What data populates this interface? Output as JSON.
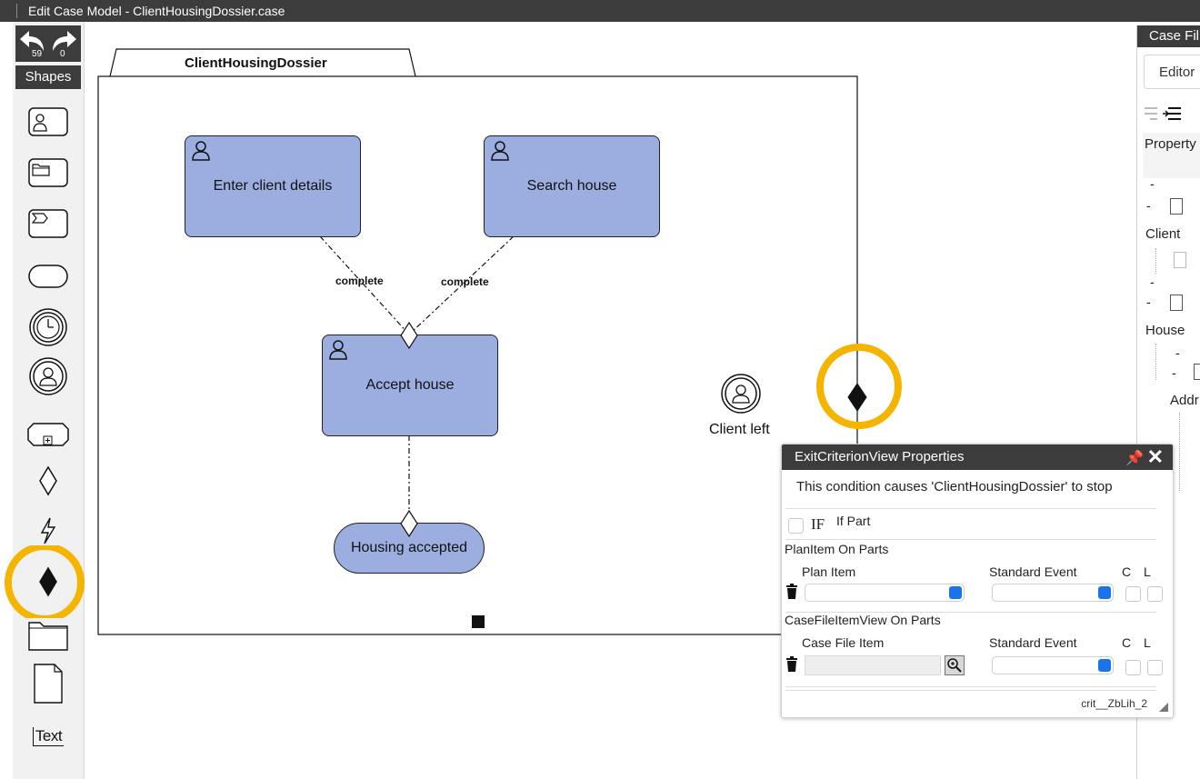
{
  "window": {
    "title": "Edit Case Model - ClientHousingDossier.case"
  },
  "toolbar": {
    "undo_count": "59",
    "redo_count": "0",
    "shapes_header": "Shapes",
    "shapes": [
      "human-task-icon",
      "case-task-icon",
      "process-task-icon",
      "milestone-shape-icon",
      "timer-event-icon",
      "user-event-icon",
      "stage-shape-icon",
      "entry-criterion-icon",
      "lightning-icon",
      "exit-criterion-icon",
      "folder-icon",
      "document-icon"
    ],
    "text_tool_label": "Text"
  },
  "canvas": {
    "stage": {
      "name": "ClientHousingDossier"
    },
    "tasks": [
      {
        "label": "Enter client details"
      },
      {
        "label": "Search house"
      },
      {
        "label": "Accept house"
      }
    ],
    "milestone": {
      "label": "Housing accepted"
    },
    "edge_labels": [
      "complete",
      "complete"
    ],
    "event_listener": {
      "label": "Client left"
    }
  },
  "right_panel": {
    "header": "Case Fil",
    "tab": "Editor",
    "property_label": "Property",
    "client_label": "Client",
    "house_label": "House",
    "addr_label": "Addr"
  },
  "properties_dialog": {
    "title": "ExitCriterionView Properties",
    "description": "This condition causes 'ClientHousingDossier' to stop",
    "if_icon": "IF",
    "if_part_label": "If Part",
    "planitem_section": "PlanItem On Parts",
    "plan_item_col": "Plan Item",
    "standard_event_col": "Standard Event",
    "c_col": "C",
    "l_col": "L",
    "casefile_section": "CaseFileItemView On Parts",
    "case_file_item_col": "Case File Item",
    "standard_event_col_2": "Standard Event",
    "c_col_2": "C",
    "l_col_2": "L",
    "footer_id": "crit__ZbLih_2"
  },
  "colors": {
    "task_fill": "#9caee0",
    "highlight": "#f5b400",
    "chrome": "#3c3c3c",
    "select_accent": "#1a73e8"
  }
}
